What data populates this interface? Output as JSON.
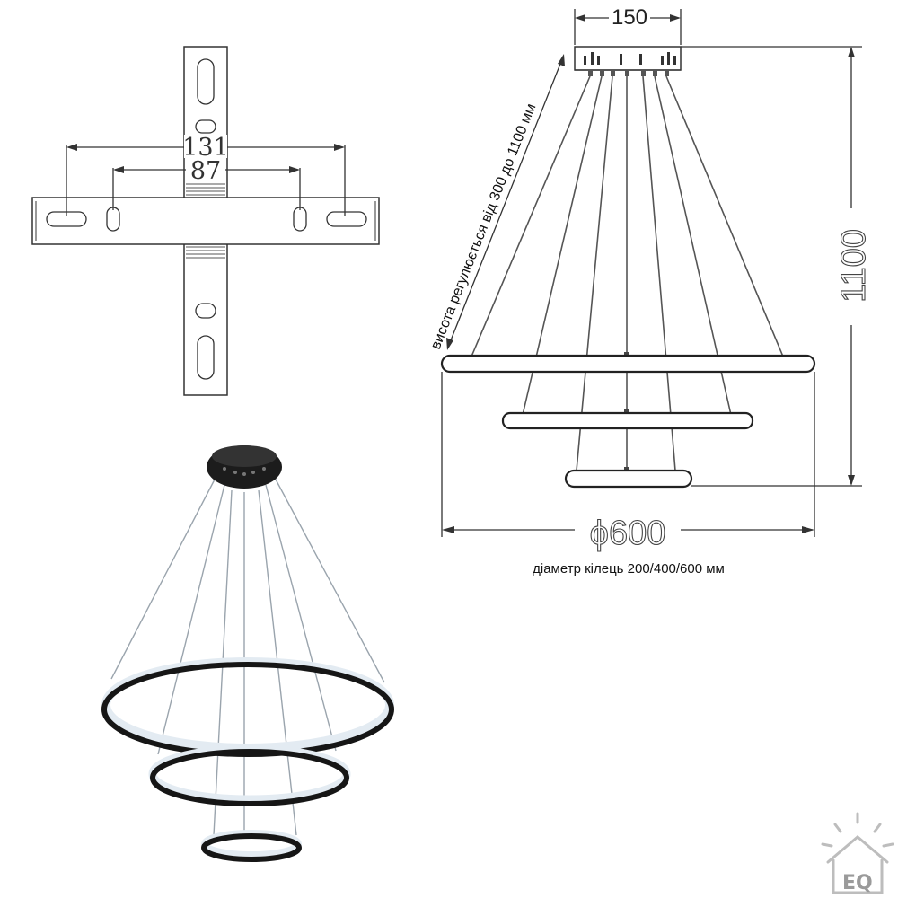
{
  "bracket": {
    "outer_width_label": "131",
    "inner_width_label": "87"
  },
  "drawing": {
    "canopy_width_label": "150",
    "height_label": "1100",
    "adjust_caption": "висота регулюється від 300 до 1100 мм",
    "diameter_label": "ϕ600",
    "rings_caption": "діаметр кілець  200/400/600 мм"
  },
  "logo": {
    "text": "EQ",
    "icon": "house-sun-logo-icon"
  },
  "colors": {
    "line": "#333333",
    "ring_dark": "#1a1a1a",
    "led_glow": "#d8e4ee"
  }
}
